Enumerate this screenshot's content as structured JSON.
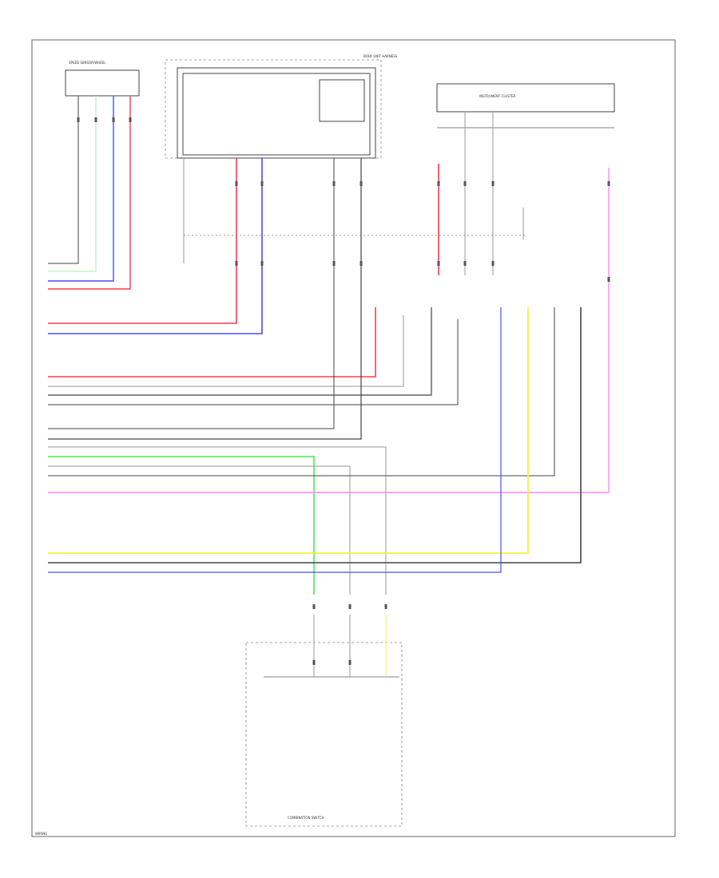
{
  "colors": {
    "red": "#ff3b4e",
    "blue": "#4c4cff",
    "green": "#44ee44",
    "light_green": "#a8f0a8",
    "yellow": "#f4f43a",
    "pink": "#ff88ff",
    "gray": "#9a9a9a",
    "dark": "#444444",
    "white_wire": "#d8d8d8"
  },
  "components": [
    {
      "id": "speed-sensor-connector",
      "name": "SPEED SENSOR/WHEEL"
    },
    {
      "id": "body-unit-harness",
      "name": "BODY UNIT HARNESS"
    },
    {
      "id": "instrument-cluster",
      "name": "INSTRUMENT CLUSTER"
    },
    {
      "id": "combination-switch",
      "name": "COMBINATION SWITCH"
    }
  ],
  "footer_label": "WIRING"
}
